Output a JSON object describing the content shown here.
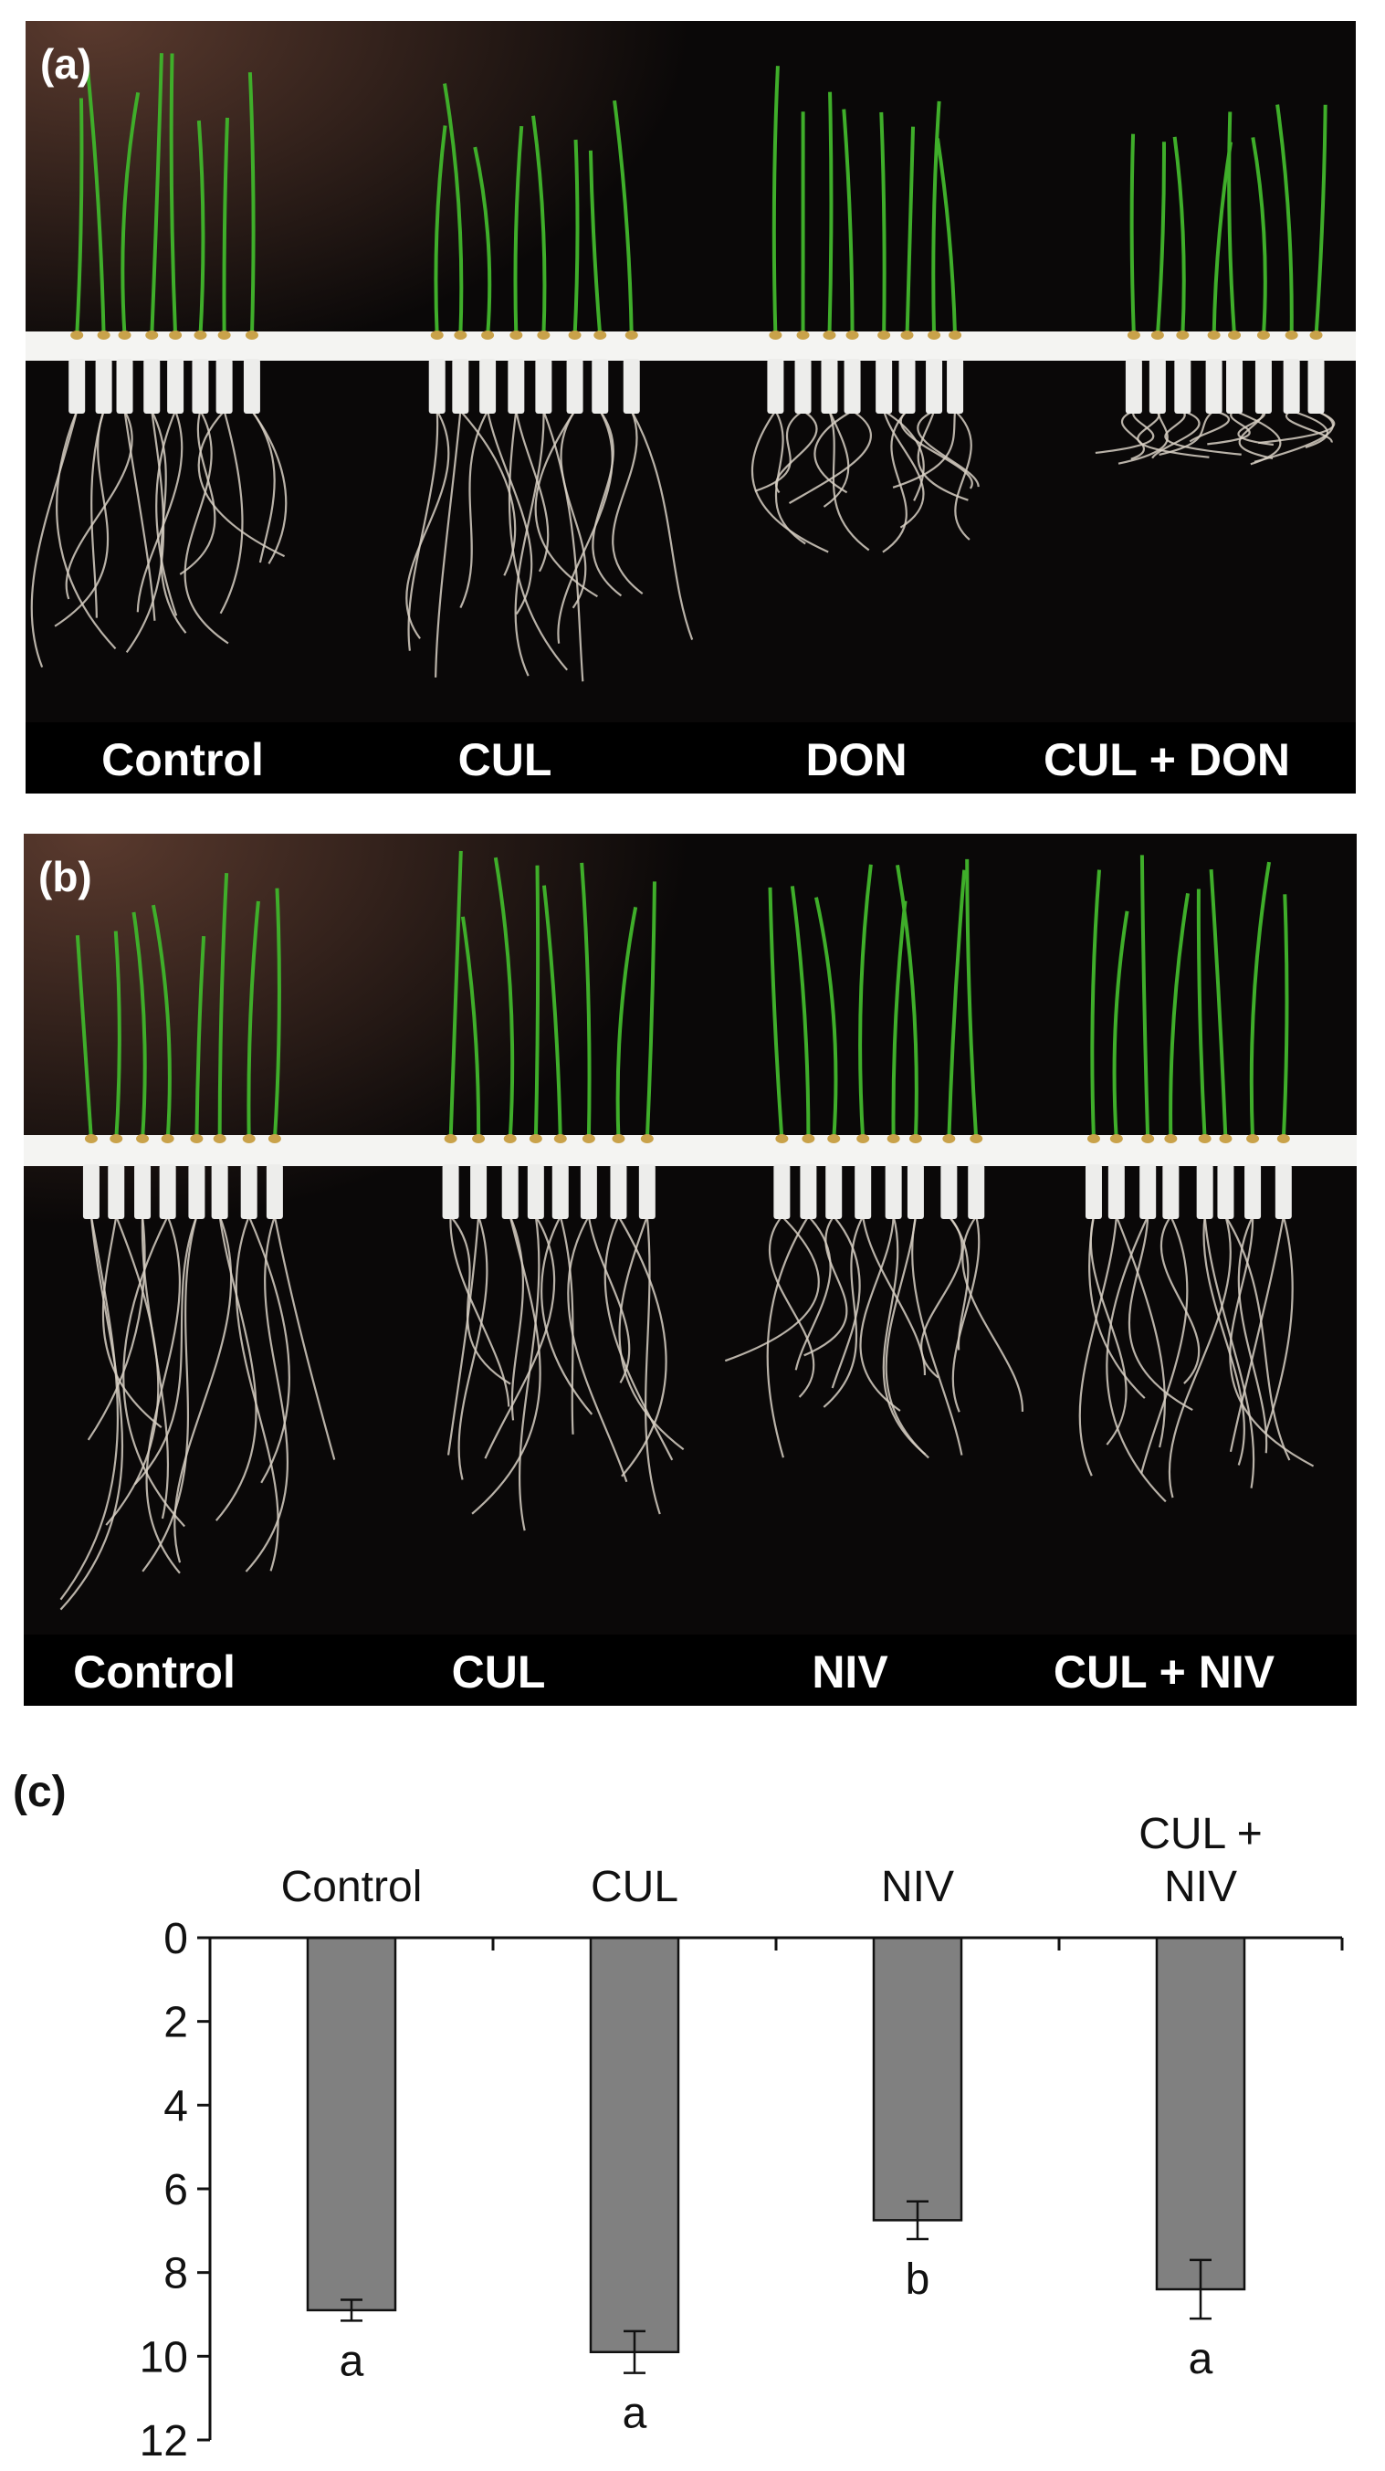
{
  "panel_a": {
    "letter": "(a)",
    "labels": [
      "Control",
      "CUL",
      "DON",
      "CUL + DON"
    ],
    "shoot_color": "#3fae2a",
    "root_color": "#d8d0c4",
    "bar_color": "#f4f4f2"
  },
  "panel_b": {
    "letter": "(b)",
    "labels": [
      "Control",
      "CUL",
      "NIV",
      "CUL + NIV"
    ],
    "shoot_color": "#3fae2a",
    "root_color": "#d8d0c4",
    "bar_color": "#f4f4f2"
  },
  "chart_data": {
    "type": "bar",
    "panel_letter": "(c)",
    "categories": [
      "Control",
      "CUL",
      "NIV",
      "CUL +\nNIV"
    ],
    "values": [
      8.9,
      9.9,
      6.75,
      8.4
    ],
    "errors": [
      0.25,
      0.5,
      0.45,
      0.7
    ],
    "significance_letters": [
      "a",
      "a",
      "b",
      "a"
    ],
    "y_axis": {
      "min": 0,
      "max": 12,
      "inverted": true,
      "ticks": [
        0,
        2,
        4,
        6,
        8,
        10,
        12
      ]
    },
    "bar_color": "#808080",
    "xlabel": "",
    "ylabel": "",
    "title": ""
  }
}
